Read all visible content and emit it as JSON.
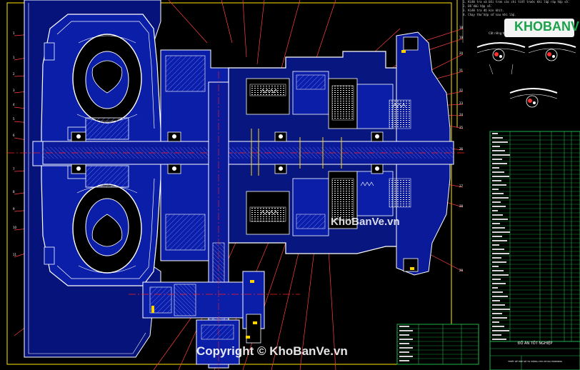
{
  "drawing": {
    "title_block": "ĐỒ ÁN TỐT NGHIỆP",
    "title_sub": "THIẾT KẾ HỘP SỐ TỰ ĐỘNG CHO XE KIA MORNING",
    "detail_view_label": "Cắt riêng theo A",
    "notes": [
      "1. Kiểm tra và bôi trơn các chi tiết trước khi lắp ráp hộp số.",
      "2. Đổ dầu hộp số.",
      "3. Kiểm tra độ kín khít.",
      "4. Chạy thử hộp số sau khi lắp."
    ]
  },
  "branding": {
    "logo_text_1": "KHO",
    "logo_text_2": "BANVE",
    "watermark_mid": "KhoBanVe.vn",
    "watermark_bottom": "Copyright © KhoBanVe.vn"
  },
  "colors": {
    "background": "#000000",
    "body_fill": "#0a1a8c",
    "outline": "#ffffff",
    "hatch": "#4a5bff",
    "leader": "#ff3b3b",
    "center_line": "#ff2020",
    "accent_yellow": "#ffd400",
    "table_green": "#1fb44a",
    "frame": "#ffe600"
  }
}
